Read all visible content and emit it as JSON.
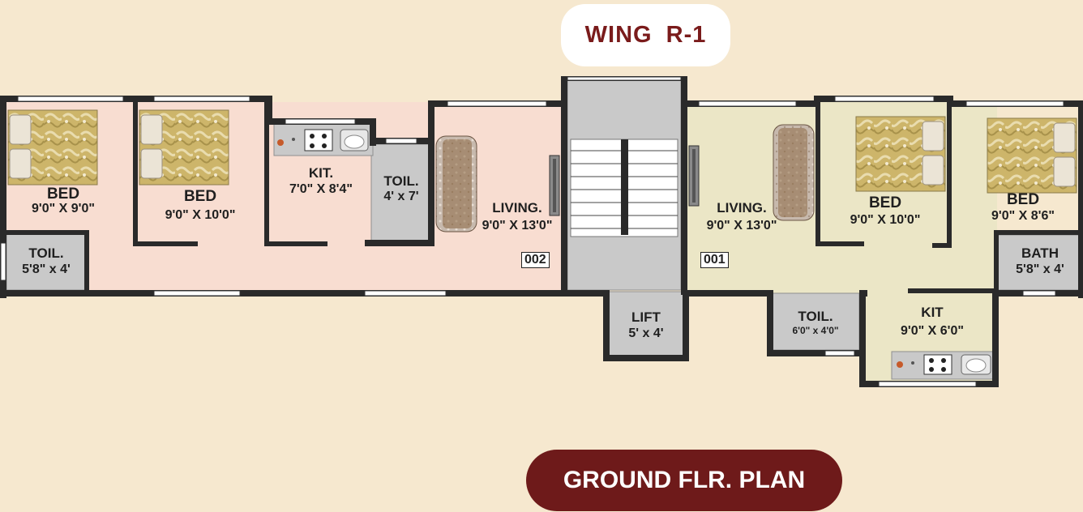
{
  "wing_title": "WING  R-1",
  "plan_title": "GROUND FLR. PLAN",
  "colors": {
    "background": "#f6e8cf",
    "flat_002": "#f8ddd1",
    "flat_001": "#ebe6c6",
    "wall": "#2a2a2a",
    "grey_room": "#c9c9c9",
    "plan_pill": "#6e1a1a",
    "title_text": "#7a1b1b"
  },
  "flat_002": {
    "number": "002",
    "rooms": {
      "bed1": {
        "name": "BED",
        "size": "9'0\" X 9'0\""
      },
      "bed2": {
        "name": "BED",
        "size": "9'0\" X 10'0\""
      },
      "kitchen": {
        "name": "KIT.",
        "size": "7'0\" X 8'4\""
      },
      "toilet_mid": {
        "name": "TOIL.",
        "size": "4' x 7'"
      },
      "living": {
        "name": "LIVING.",
        "size": "9'0\" X 13'0\""
      },
      "toilet_left": {
        "name": "TOIL.",
        "size": "5'8\" x 4'"
      }
    }
  },
  "flat_001": {
    "number": "001",
    "rooms": {
      "living": {
        "name": "LIVING.",
        "size": "9'0\" X 13'0\""
      },
      "bed1": {
        "name": "BED",
        "size": "9'0\" X 10'0\""
      },
      "bed2": {
        "name": "BED",
        "size": "9'0\" X 8'6\""
      },
      "bath": {
        "name": "BATH",
        "size": "5'8\" x 4'"
      },
      "toilet": {
        "name": "TOIL.",
        "size": "6'0\" x 4'0\""
      },
      "kitchen": {
        "name": "KIT",
        "size": "9'0\" X 6'0\""
      }
    }
  },
  "lift": {
    "name": "LIFT",
    "size": "5' x 4'"
  },
  "icons": [
    "bed-icon",
    "sofa-icon",
    "stove-icon",
    "sink-icon",
    "door-icon",
    "staircase-icon",
    "window-icon"
  ]
}
